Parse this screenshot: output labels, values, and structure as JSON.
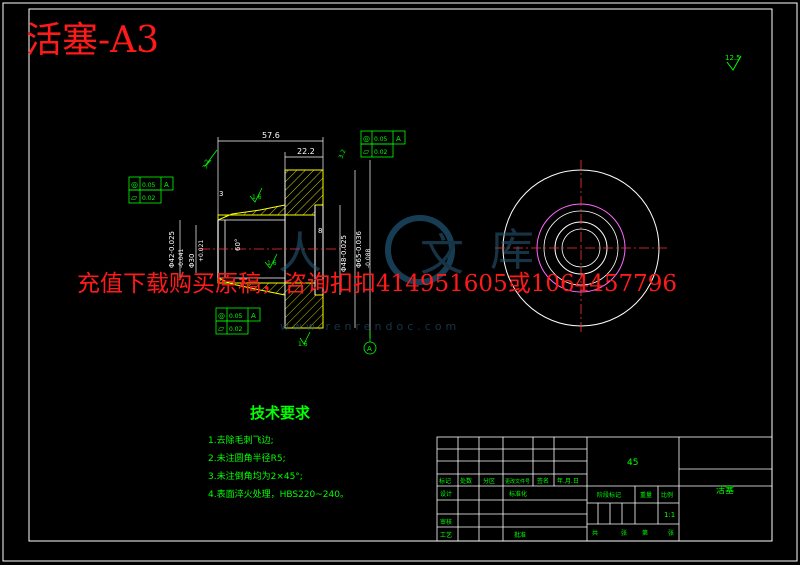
{
  "title": "活塞-A3",
  "watermark": {
    "notice": "充值下载购买原稿，咨询扣扣414951605或1064457796",
    "site": "www.renrendoc.com",
    "logo_chars": [
      "人",
      "文",
      "库"
    ]
  },
  "dimensions": {
    "len_57_6": "57.6",
    "len_22_2": "22.2",
    "dia_42": "Φ42-0.025",
    "dia_42_lower": "-0.041",
    "dia_30": "Φ30",
    "dia_30_tol": "+0.021",
    "dia_48": "Φ48-0.025",
    "dia_65": "Φ65-0.036",
    "dia_65_lower": "-0.088",
    "angle_60": "60°",
    "dim_3": "3",
    "dim_8": "8",
    "surface_3_2": "3.2",
    "surface_1_6": "1.6",
    "surface_12_5": "12.5"
  },
  "tolerance_frames": {
    "top_right": [
      [
        "◎",
        "0.05",
        "A"
      ],
      [
        "▱",
        "0.02"
      ]
    ],
    "left": [
      [
        "◎",
        "0.05",
        "A"
      ],
      [
        "▱",
        "0.02"
      ]
    ],
    "bottom": [
      [
        "◎",
        "0.05",
        "A"
      ],
      [
        "▱",
        "0.02"
      ]
    ]
  },
  "datum_label": "A",
  "tech_requirements": {
    "heading": "技术要求",
    "items": [
      "1.去除毛刺飞边;",
      "2.未注圆角半径R5;",
      "3.未注倒角均为2×45°;",
      "4.表面淬火处理，HBS220~240。"
    ]
  },
  "title_block": {
    "material": "45",
    "part_name": "活塞",
    "row_headers": [
      "标记",
      "处数",
      "分区",
      "更改文件号",
      "签名",
      "年.月.日"
    ],
    "design_label": "设计",
    "standardize_label": "标准化",
    "review_label": "审核",
    "process_label": "工艺",
    "approve_label": "批准",
    "stage_label": "阶段标记",
    "weight_label": "重量",
    "scale_label": "比例",
    "scale_value": "1:1",
    "sheet_total_label": "共",
    "sheet_unit": "张",
    "sheet_no_label": "第"
  }
}
